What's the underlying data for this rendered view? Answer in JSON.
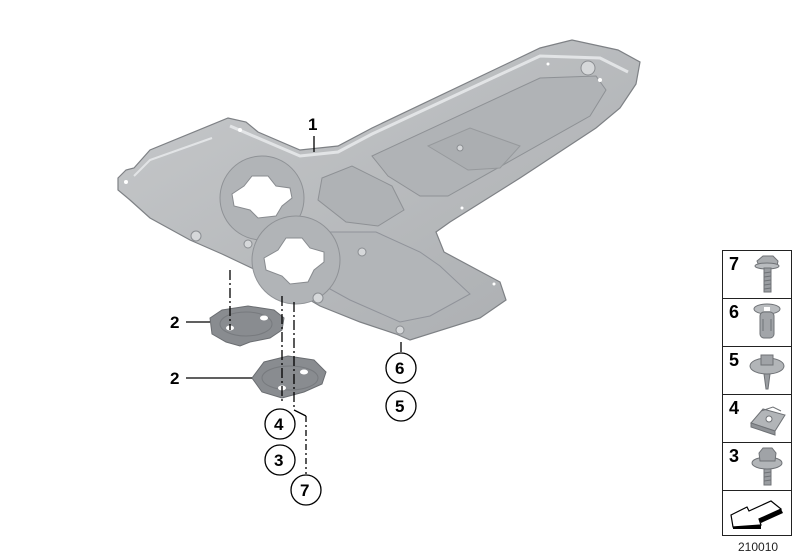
{
  "diagram": {
    "colors": {
      "part_fill": "#b7b9bb",
      "part_light": "#d2d4d6",
      "part_dark": "#8d9093",
      "line": "#000000"
    },
    "main_part": {
      "callout": "1",
      "name": "underbody-shield"
    },
    "callouts": [
      {
        "id": "1",
        "label": "1",
        "style": "plain"
      },
      {
        "id": "2a",
        "label": "2",
        "style": "plain"
      },
      {
        "id": "2b",
        "label": "2",
        "style": "plain"
      },
      {
        "id": "4",
        "label": "4",
        "style": "circle"
      },
      {
        "id": "3",
        "label": "3",
        "style": "circle"
      },
      {
        "id": "7",
        "label": "7",
        "style": "circle"
      },
      {
        "id": "6",
        "label": "6",
        "style": "circle"
      },
      {
        "id": "5",
        "label": "5",
        "style": "circle"
      }
    ]
  },
  "legend": {
    "items": [
      {
        "number": "7",
        "icon": "flange-bolt-icon"
      },
      {
        "number": "6",
        "icon": "expanding-nut-icon"
      },
      {
        "number": "5",
        "icon": "collar-screw-icon"
      },
      {
        "number": "4",
        "icon": "clip-nut-icon"
      },
      {
        "number": "3",
        "icon": "hex-bolt-washer-icon"
      }
    ],
    "arrow_icon": "direction-arrow-icon"
  },
  "document_id": "210010"
}
